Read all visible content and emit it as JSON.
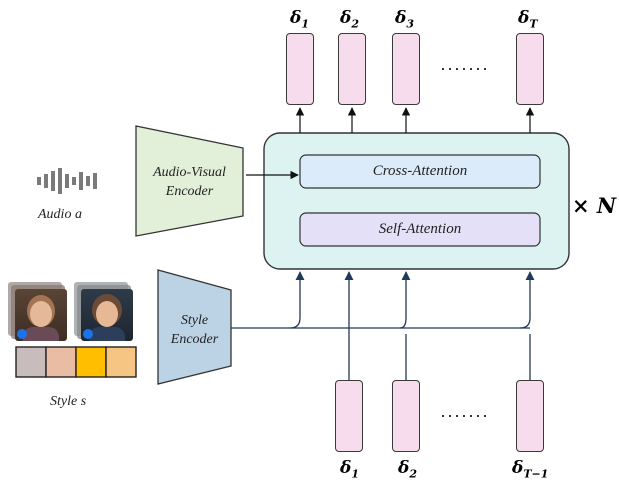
{
  "encoders": {
    "audio_visual": "Audio-Visual Encoder",
    "style": "Style Encoder"
  },
  "inputs": {
    "audio_label": "Audio a",
    "style_label": "Style s"
  },
  "transformer": {
    "cross_attention": "Cross-Attention",
    "self_attention": "Self-Attention",
    "repeat": "× N"
  },
  "output_tokens": [
    {
      "base": "δ",
      "sub": "1"
    },
    {
      "base": "δ",
      "sub": "2"
    },
    {
      "base": "δ",
      "sub": "3"
    },
    {
      "base": "δ",
      "sub": "T"
    }
  ],
  "input_tokens": [
    {
      "base": "δ",
      "sub": "1"
    },
    {
      "base": "δ",
      "sub": "2"
    },
    {
      "base": "δ",
      "sub": "T−1"
    }
  ],
  "ellipsis": "·······",
  "style_palette": [
    "#c9bcbc",
    "#e9bda3",
    "#ffbf00",
    "#f6c483"
  ],
  "colors": {
    "transformer_bg": "#ddf3f2",
    "cross_attention_bg": "#dcebfa",
    "self_attention_bg": "#e4e0f7",
    "audio_encoder_bg": "#e2f0d9",
    "style_encoder_bg": "#bcd3e6",
    "token_bg": "#f7dcee",
    "arrow": "#1f3a5a"
  }
}
